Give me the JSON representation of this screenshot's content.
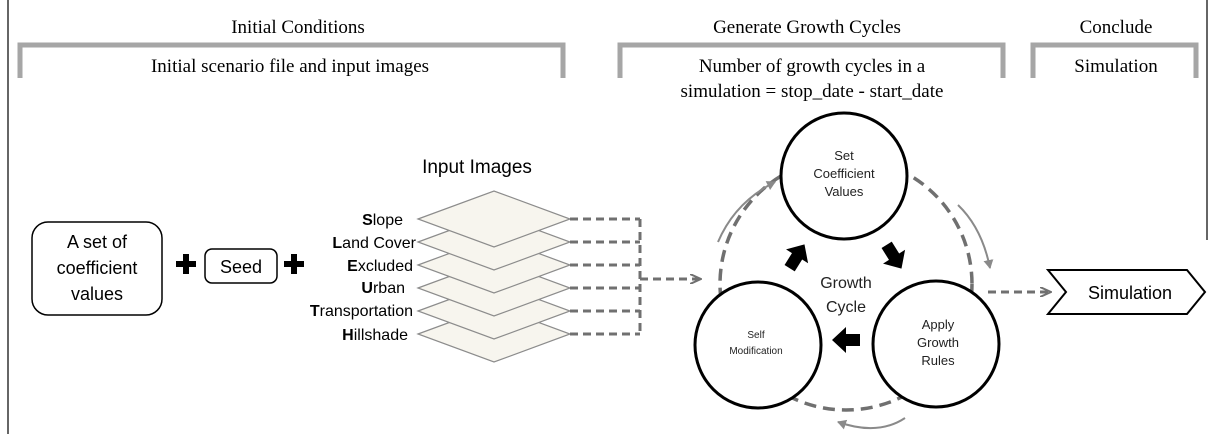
{
  "header": {
    "initial_conditions": "Initial Conditions",
    "generate_growth_cycles": "Generate Growth Cycles",
    "conclude": "Conclude",
    "initial_scenario": "Initial scenario file and input images",
    "growth_cycles_line1": "Number of growth cycles in a",
    "growth_cycles_line2": "simulation = stop_date - start_date",
    "simulation_header": "Simulation"
  },
  "coefficient_box": {
    "line1": "A set of",
    "line2": "coefficient",
    "line3": "values"
  },
  "seed_label": "Seed",
  "input_images": {
    "title": "Input Images",
    "layers": [
      {
        "initial": "S",
        "rest": "lope"
      },
      {
        "initial": "L",
        "rest": "and Cover"
      },
      {
        "initial": "E",
        "rest": "xcluded"
      },
      {
        "initial": "U",
        "rest": "rban"
      },
      {
        "initial": "T",
        "rest": "ransportation"
      },
      {
        "initial": "H",
        "rest": "illshade"
      }
    ]
  },
  "cycle": {
    "set_line1": "Set",
    "set_line2": "Coefficient",
    "set_line3": "Values",
    "apply_line1": "Apply",
    "apply_line2": "Growth",
    "apply_line3": "Rules",
    "self_line1": "Self",
    "self_line2": "Modification",
    "center_line1": "Growth",
    "center_line2": "Cycle"
  },
  "output_label": "Simulation",
  "colors": {
    "bracket": "#a6a6a6",
    "dashed": "#707070",
    "layer_fill": "#f7f5ee",
    "layer_stroke": "#8c8c8c",
    "curved_arrow": "#8a8a8a"
  }
}
